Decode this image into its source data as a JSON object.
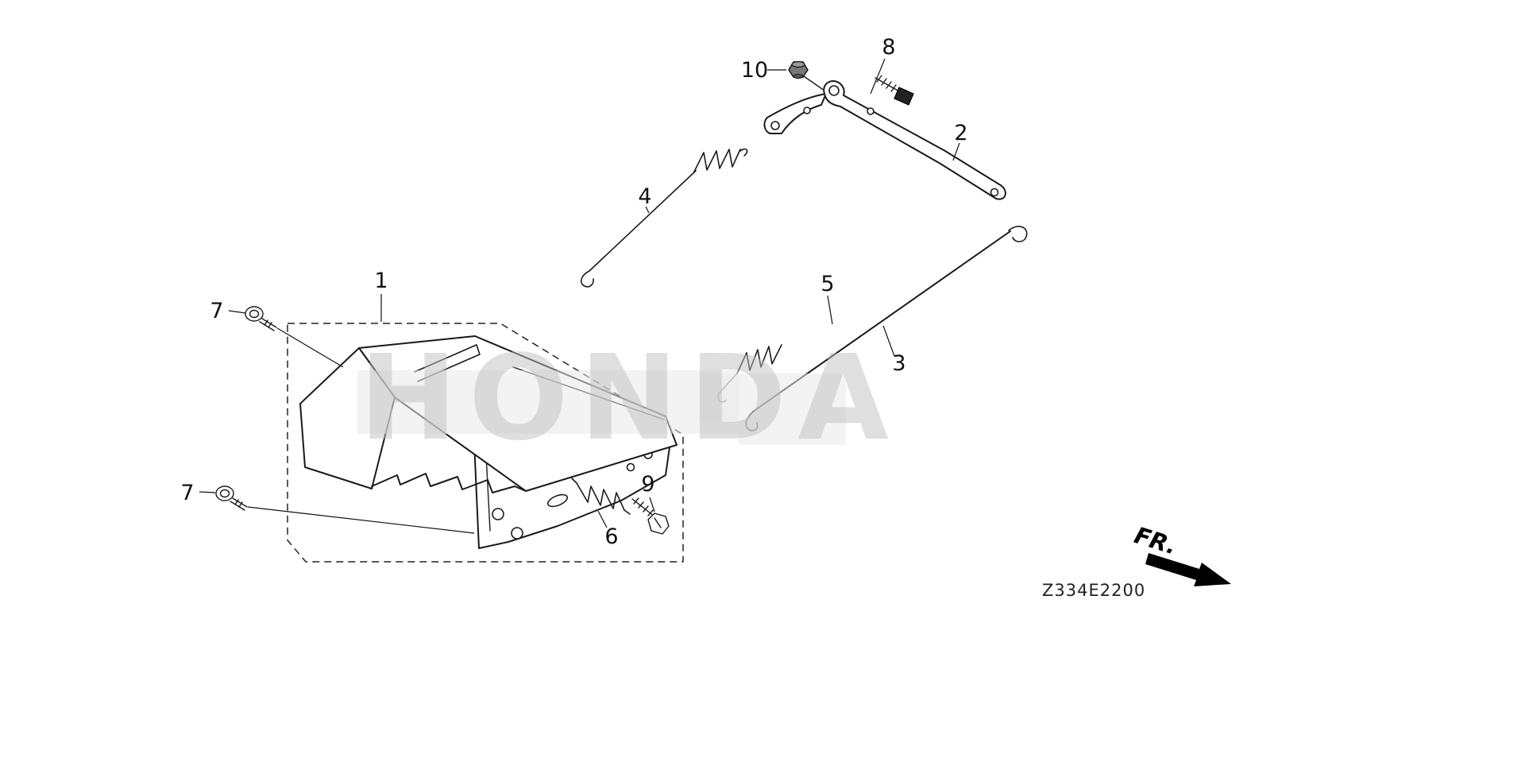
{
  "diagram": {
    "watermark": "HONDA",
    "code": "Z334E2200",
    "direction_label": "FR.",
    "callouts": [
      {
        "part": "1",
        "label": "1"
      },
      {
        "part": "2",
        "label": "2"
      },
      {
        "part": "3",
        "label": "3"
      },
      {
        "part": "4",
        "label": "4"
      },
      {
        "part": "5",
        "label": "5"
      },
      {
        "part": "6",
        "label": "6"
      },
      {
        "part": "7",
        "label": "7"
      },
      {
        "part": "7",
        "label": "7"
      },
      {
        "part": "8",
        "label": "8"
      },
      {
        "part": "9",
        "label": "9"
      },
      {
        "part": "10",
        "label": "10"
      }
    ]
  }
}
